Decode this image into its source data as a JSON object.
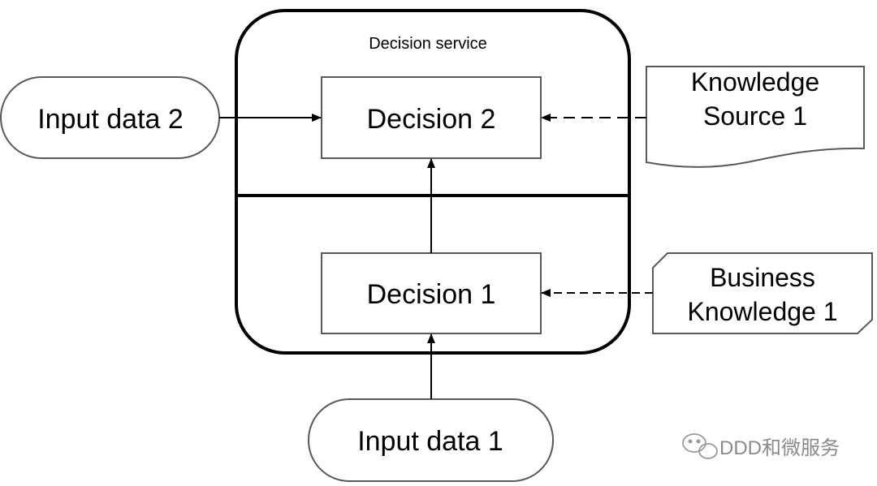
{
  "decision_service": {
    "label": "Decision service"
  },
  "nodes": {
    "decision_2": {
      "label": "Decision 2"
    },
    "decision_1": {
      "label": "Decision 1"
    },
    "input_data_2": {
      "label": "Input data 2"
    },
    "input_data_1": {
      "label": "Input data 1"
    },
    "knowledge_source_1": {
      "line1": "Knowledge",
      "line2": "Source 1"
    },
    "business_knowledge_1": {
      "line1": "Business",
      "line2": "Knowledge 1"
    }
  },
  "watermark": {
    "text": "DDD和微服务",
    "icon": "wechat-icon"
  },
  "colors": {
    "stroke": "#000000",
    "box_stroke": "#595959",
    "watermark": "#8a8a8a",
    "background": "#ffffff"
  }
}
